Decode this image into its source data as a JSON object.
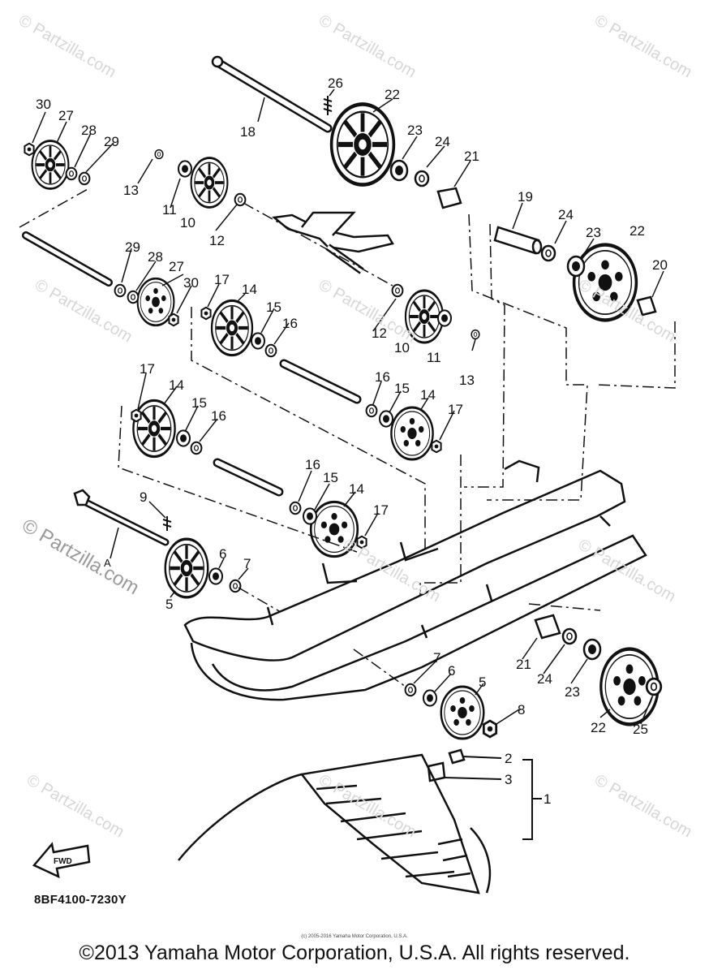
{
  "watermark": "© Partzilla.com",
  "diagram_code": "8BF4100-7230Y",
  "small_copyright": "(c) 2005-2016 Yamaha Motor Corporation, U.S.A.",
  "copyright": "©2013 Yamaha Motor Corporation, U.S.A. All rights reserved.",
  "fwd_label": "FWD",
  "shaft_label": "A",
  "callouts": {
    "c30a": "30",
    "c27a": "27",
    "c28a": "28",
    "c29a": "29",
    "c26": "26",
    "c22a": "22",
    "c18": "18",
    "c23a": "23",
    "c24a": "24",
    "c21a": "21",
    "c13a": "13",
    "c11a": "11",
    "c10a": "10",
    "c12a": "12",
    "c19": "19",
    "c24b": "24",
    "c23b": "23",
    "c22b": "22",
    "c20": "20",
    "c29b": "29",
    "c28b": "28",
    "c27b": "27",
    "c30b": "30",
    "c17a": "17",
    "c14a": "14",
    "c15a": "15",
    "c16a": "16",
    "c12b": "12",
    "c10b": "10",
    "c11b": "11",
    "c13b": "13",
    "c16b": "16",
    "c15b": "15",
    "c14b": "14",
    "c17b": "17",
    "c17c": "17",
    "c14c": "14",
    "c15c": "15",
    "c16c": "16",
    "c16d": "16",
    "c15d": "15",
    "c14d": "14",
    "c17d": "17",
    "c9": "9",
    "c6a": "6",
    "c7a": "7",
    "c5a": "5",
    "c21b": "21",
    "c24c": "24",
    "c23c": "23",
    "c22c": "22",
    "c25": "25",
    "c7b": "7",
    "c6b": "6",
    "c5b": "5",
    "c8": "8",
    "c2": "2",
    "c3": "3",
    "c1": "1"
  }
}
